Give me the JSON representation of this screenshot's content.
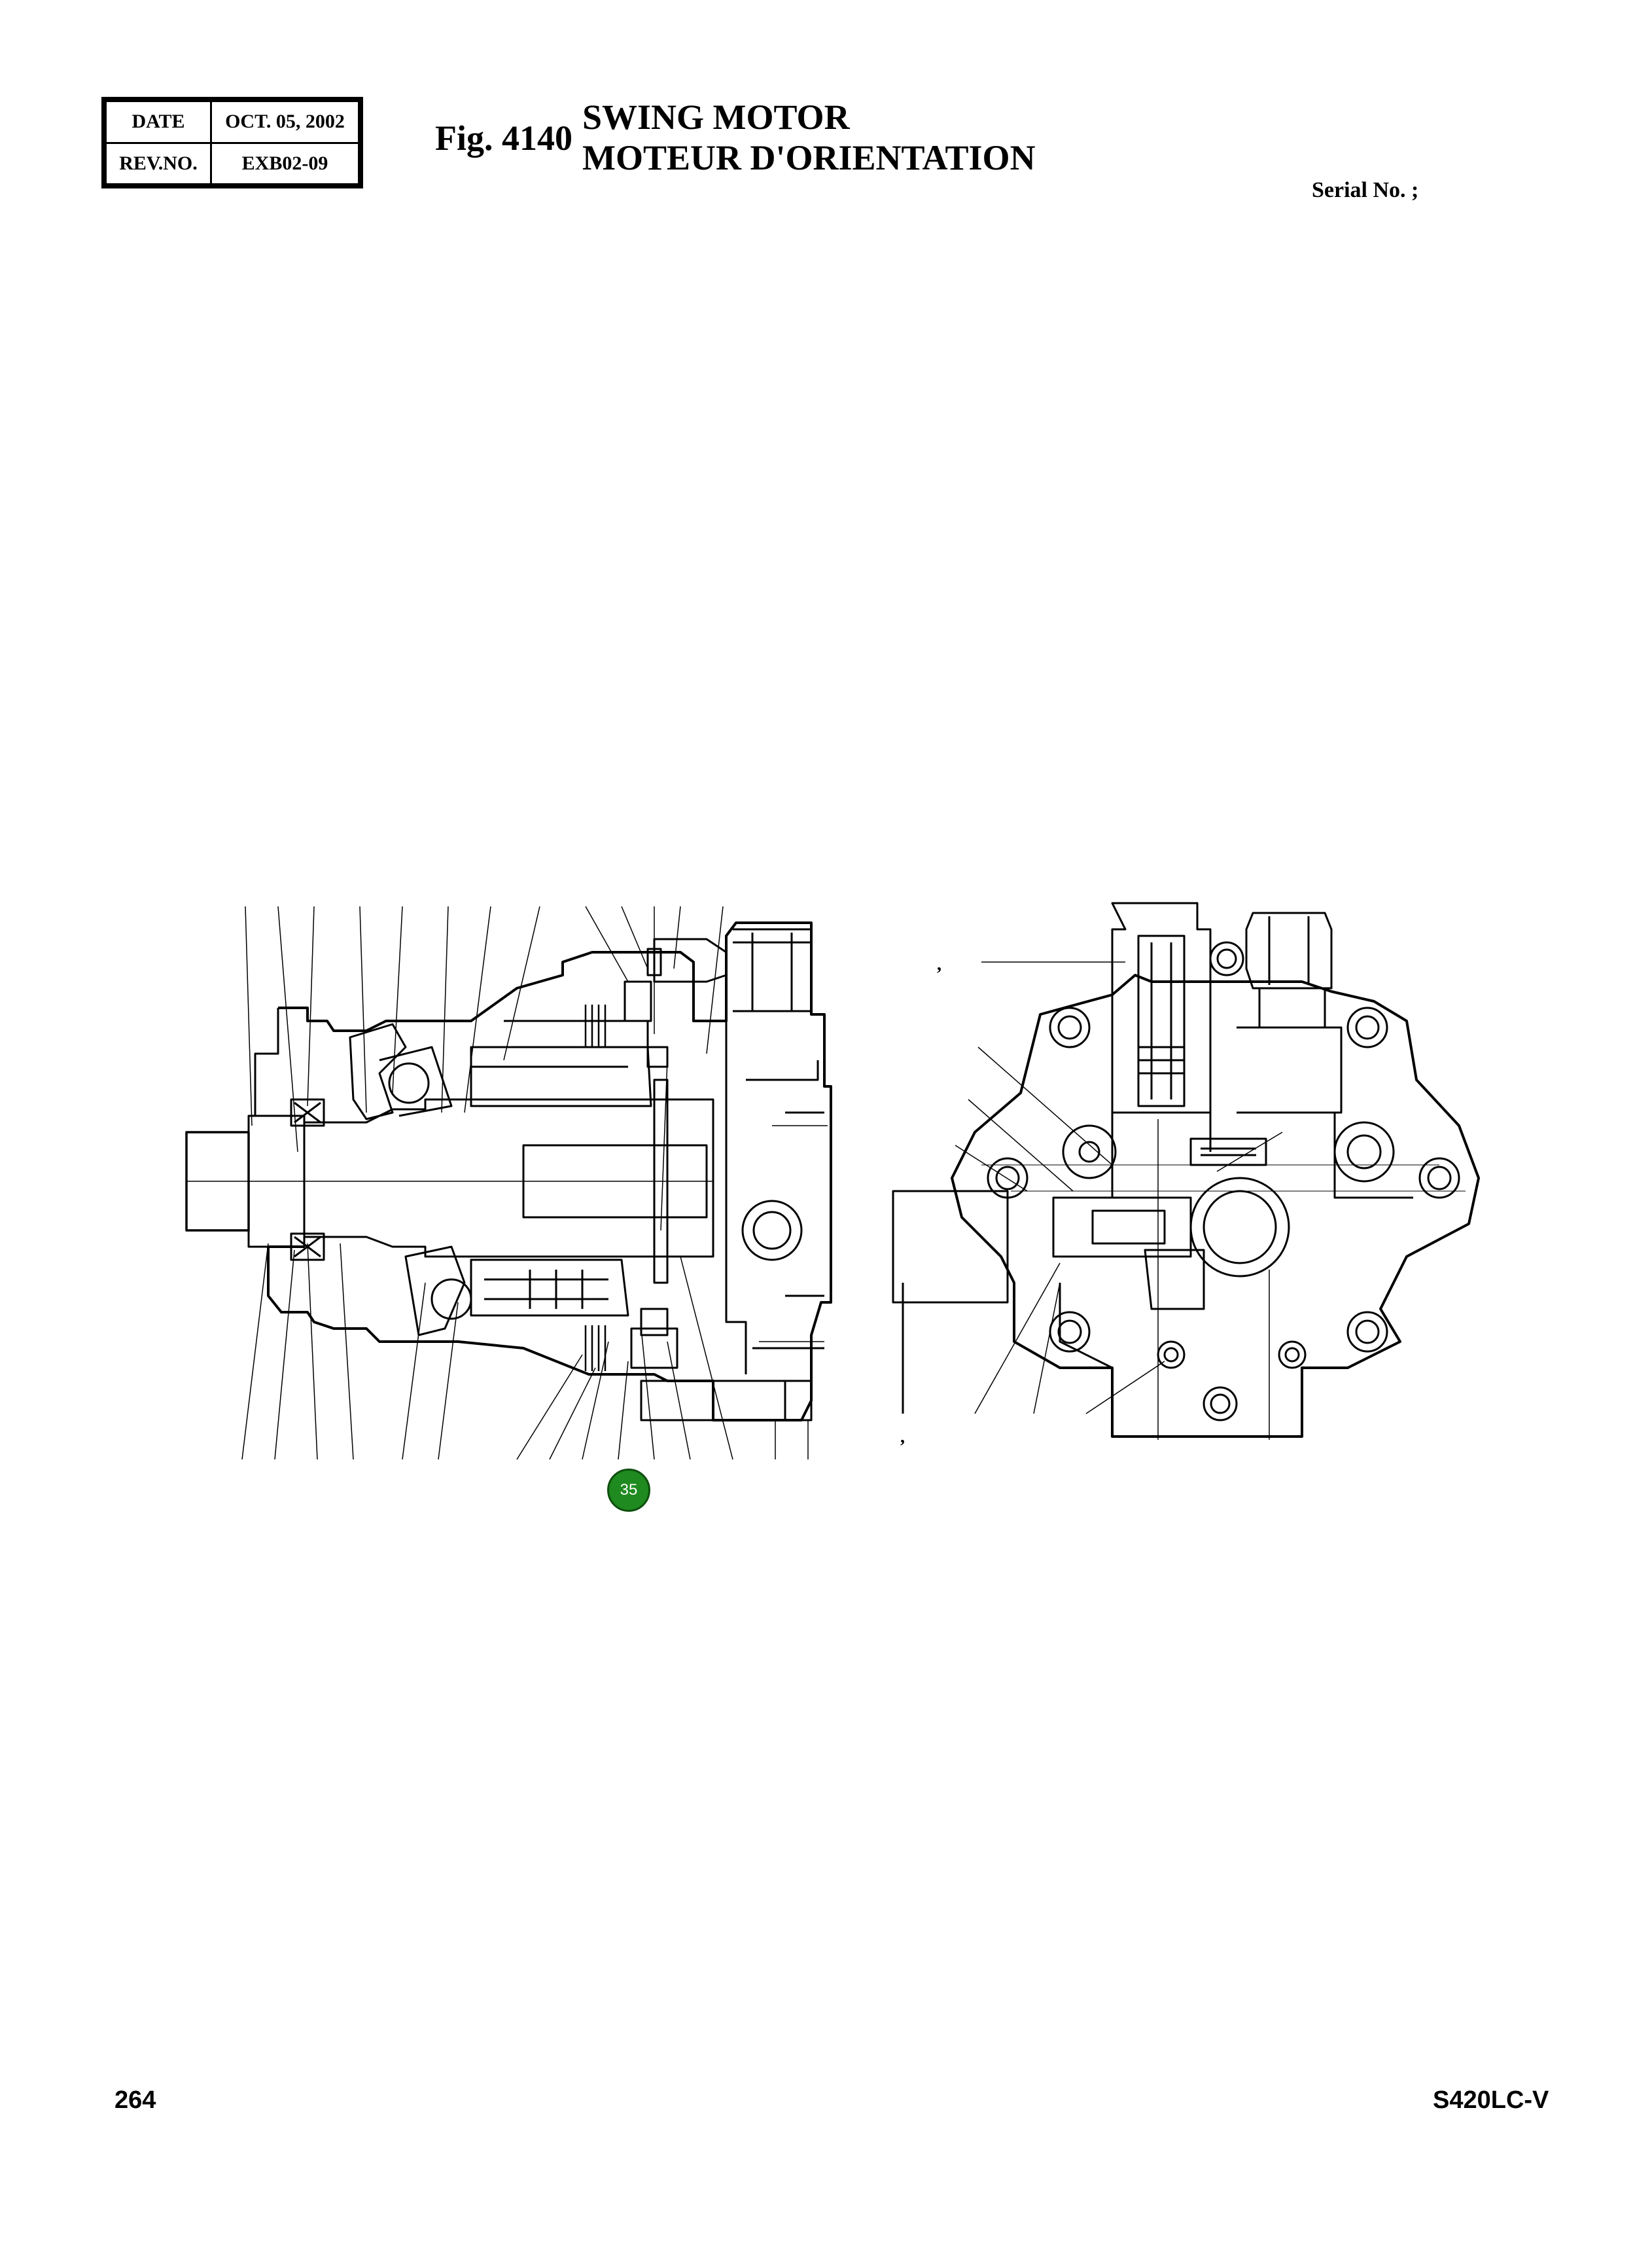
{
  "header": {
    "date_label": "DATE",
    "date_value": "OCT. 05, 2002",
    "rev_label": "REV.NO.",
    "rev_value": "EXB02-09",
    "fig_label": "Fig. 4140",
    "title_en": "SWING MOTOR",
    "title_fr": "MOTEUR D'ORIENTATION",
    "serial": "Serial No. ;"
  },
  "drawing": {
    "callout_badge": "35",
    "tick_marks": [
      ",",
      ","
    ]
  },
  "footer": {
    "page_number": "264",
    "model": "S420LC-V"
  },
  "colors": {
    "badge_fill": "#1f8a1f",
    "line": "#000000"
  }
}
